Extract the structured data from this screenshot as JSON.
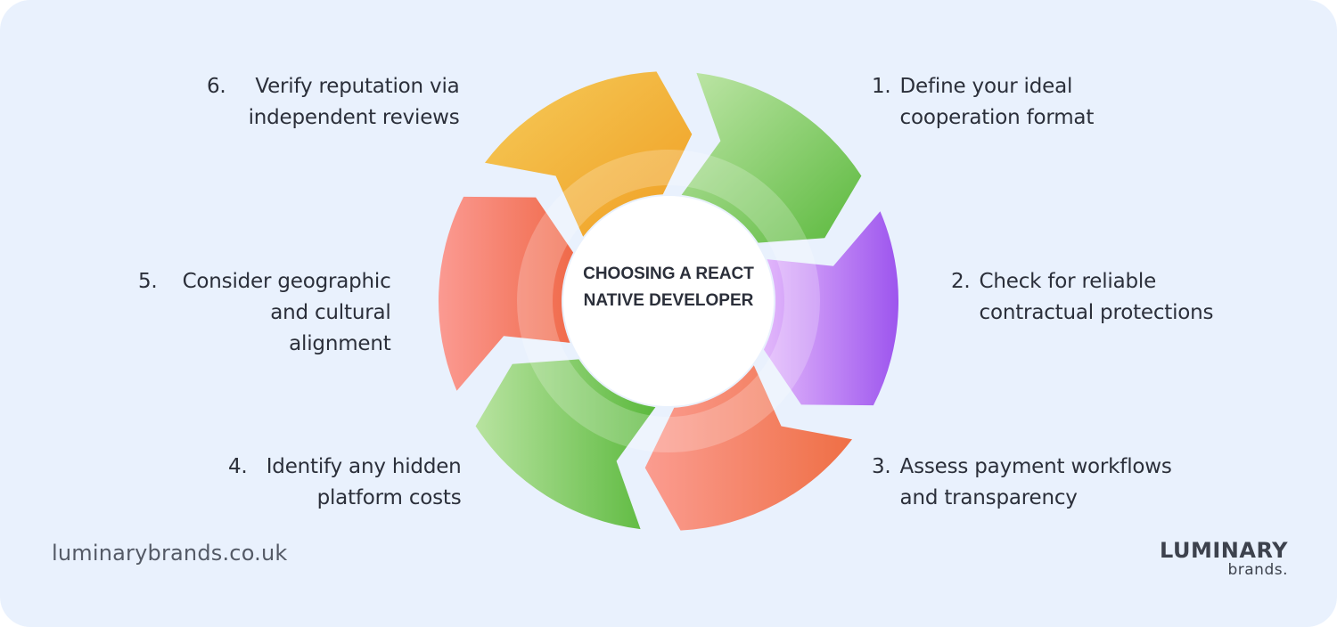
{
  "center_title": "CHOOSING A REACT NATIVE DEVELOPER",
  "steps": [
    {
      "num": "1.",
      "text": "Define your ideal cooperation format",
      "color": "#6cc04a"
    },
    {
      "num": "2.",
      "text": "Check for reliable contractual protections",
      "color": "#a45bf0"
    },
    {
      "num": "3.",
      "text": "Assess payment workflows and transparency",
      "color": "#f07250"
    },
    {
      "num": "4.",
      "text": "Identify any hidden platform costs",
      "color": "#6cc04a"
    },
    {
      "num": "5.",
      "text": "Consider geographic and cultural alignment",
      "color": "#f07255"
    },
    {
      "num": "6.",
      "text": "Verify reputation via independent reviews",
      "color": "#f1a52c"
    }
  ],
  "footer": {
    "website": "luminarybrands.co.uk",
    "logo_line1": "LUMINARY",
    "logo_line2": "brands."
  }
}
